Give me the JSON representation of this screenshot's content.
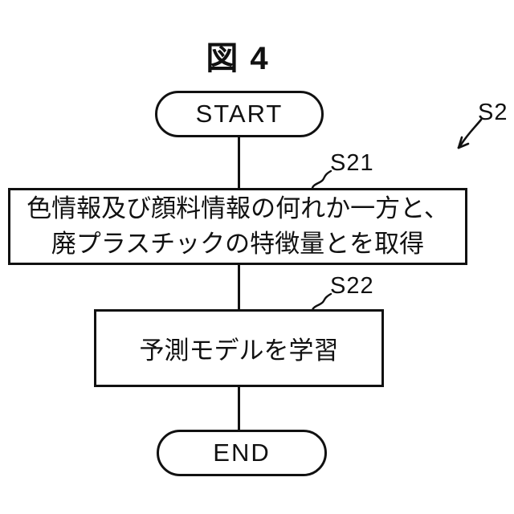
{
  "figure": {
    "title": "図 4",
    "reference_label": "S2"
  },
  "flowchart": {
    "start": {
      "label": "START"
    },
    "steps": [
      {
        "id": "S21",
        "text_line1": "色情報及び顔料情報の何れか一方と、",
        "text_line2": "廃プラスチックの特徴量とを取得"
      },
      {
        "id": "S22",
        "text": "予測モデルを学習"
      }
    ],
    "end": {
      "label": "END"
    }
  },
  "colors": {
    "line": "#111111",
    "background": "#ffffff"
  }
}
